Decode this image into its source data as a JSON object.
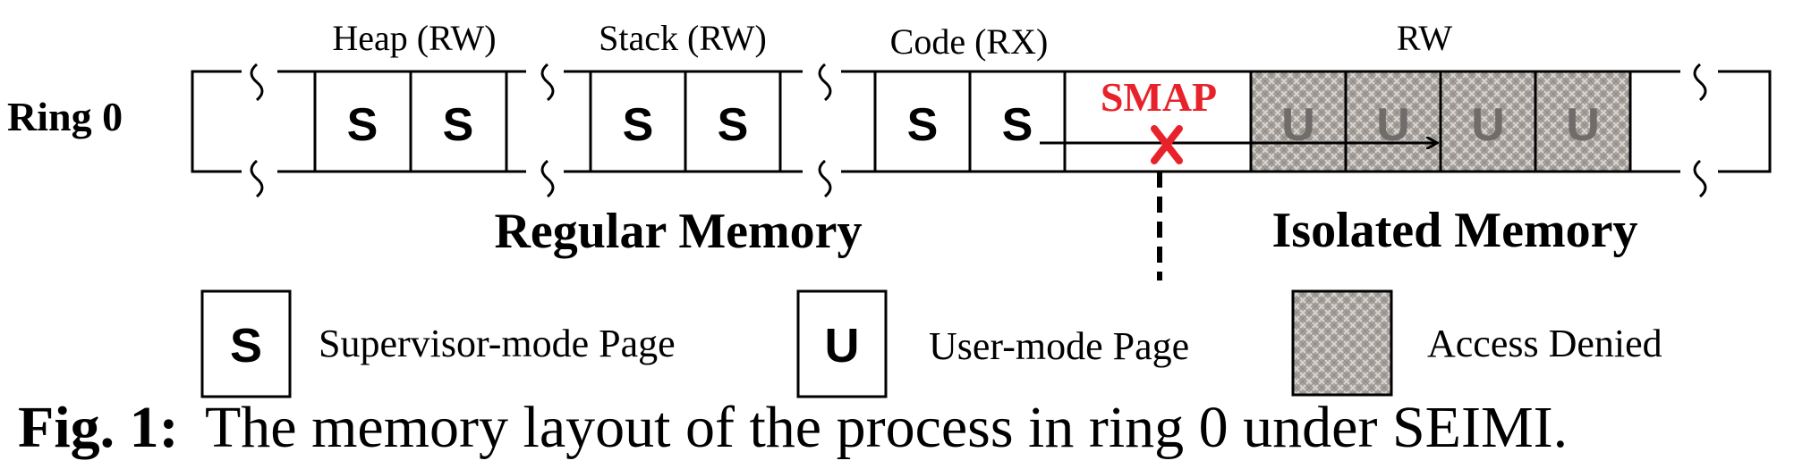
{
  "row_label": "Ring 0",
  "regions": {
    "heap": "Heap (RW)",
    "stack": "Stack (RW)",
    "code": "Code (RX)",
    "isolated_rw": "RW"
  },
  "pages": {
    "heap": [
      "S",
      "S"
    ],
    "stack": [
      "S",
      "S"
    ],
    "code": [
      "S",
      "S"
    ],
    "isolated": [
      "U",
      "U",
      "U",
      "U"
    ]
  },
  "smap_label": "SMAP",
  "regular_label": "Regular Memory",
  "isolated_label": "Isolated Memory",
  "legend": {
    "supervisor_symbol": "S",
    "supervisor_text": "Supervisor-mode Page",
    "user_symbol": "U",
    "user_text": "User-mode Page",
    "denied_text": "Access Denied"
  },
  "caption": {
    "prefix": "Fig. 1:",
    "text": "The memory layout of the process in ring 0 under SEIMI."
  },
  "colors": {
    "smap_red": "#e8222a",
    "denied_fill": "#a8a29d",
    "denied_pattern": "#d8d4d0",
    "user_glyph": "#6f6c69"
  },
  "icons": {
    "break_mark": "tilde-break-icon",
    "blocked_access": "red-x-icon",
    "access_arrow": "right-arrow-icon"
  }
}
